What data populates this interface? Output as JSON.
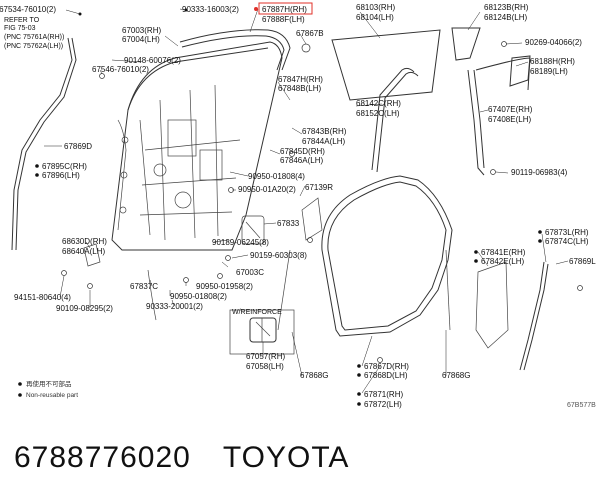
{
  "diagram": {
    "note_lines": [
      "REFER TO",
      "FIG 75-03",
      "(PNC 75761A(RH))",
      "(PNC 75762A(LH))"
    ],
    "highlight_color": "#e0302a",
    "legend": {
      "reuse": "再使用不可部品",
      "non_reusable": "Non-reusable part"
    },
    "w_reinforce": "W/REINFORCE",
    "code": "67B577B",
    "labels": {
      "l67534": "67534-76010(2)",
      "l90333a": "90333-16003(2)",
      "l67887": "67887H(RH)",
      "l67888": "67888F(LH)",
      "l68103": "68103(RH)",
      "l68104": "68104(LH)",
      "l68123": "68123B(RH)",
      "l68124": "68124B(LH)",
      "l67003": "67003(RH)",
      "l67004": "67004(LH)",
      "l67867": "67867B",
      "l90269": "90269-04066(2)",
      "l90148": "90148-60076(2)",
      "l67546": "67546-76010(2)",
      "l67847": "67847H(RH)",
      "l67848": "67848B(LH)",
      "l68188": "68188H(RH)",
      "l68189": "68189(LH)",
      "l68142": "68142C(RH)",
      "l68152": "68152C(LH)",
      "l67407": "67407E(RH)",
      "l67408": "67408E(LH)",
      "l67843": "67843B(RH)",
      "l67844": "67844A(LH)",
      "l67869d": "67869D",
      "l67845": "67845D(RH)",
      "l67846": "67846A(LH)",
      "l67895": "67895C(RH)",
      "l67896": "67896(LH)",
      "l90950a": "90950-01808(4)",
      "l90119": "90119-06983(4)",
      "l67139": "67139R",
      "l90950b": "90950-01A20(2)",
      "l67833": "67833",
      "l67873": "67873L(RH)",
      "l67874": "67874C(LH)",
      "l68630": "68630D(RH)",
      "l68640": "68640A(LH)",
      "l90189": "90189-06245(8)",
      "l90159": "90159-60303(8)",
      "l67841": "67841E(RH)",
      "l67842": "67842E(LH)",
      "l67869l": "67869L",
      "l67003c": "67003C",
      "l94151": "94151-80640(4)",
      "l67837": "67837C",
      "l90950c": "90950-01958(2)",
      "l90950d": "90950-01808(2)",
      "l90109": "90109-08295(2)",
      "l90333b": "90333-20001(2)",
      "l67057": "67057(RH)",
      "l67058": "67058(LH)",
      "l67868a": "67868G",
      "l67867d": "67867D(RH)",
      "l67868d": "67868D(LH)",
      "l67868b": "67868G",
      "l67871": "67871(RH)",
      "l67872": "67872(LH)"
    }
  },
  "footer": {
    "part_number": "6788776020",
    "brand": "TOYOTA"
  }
}
